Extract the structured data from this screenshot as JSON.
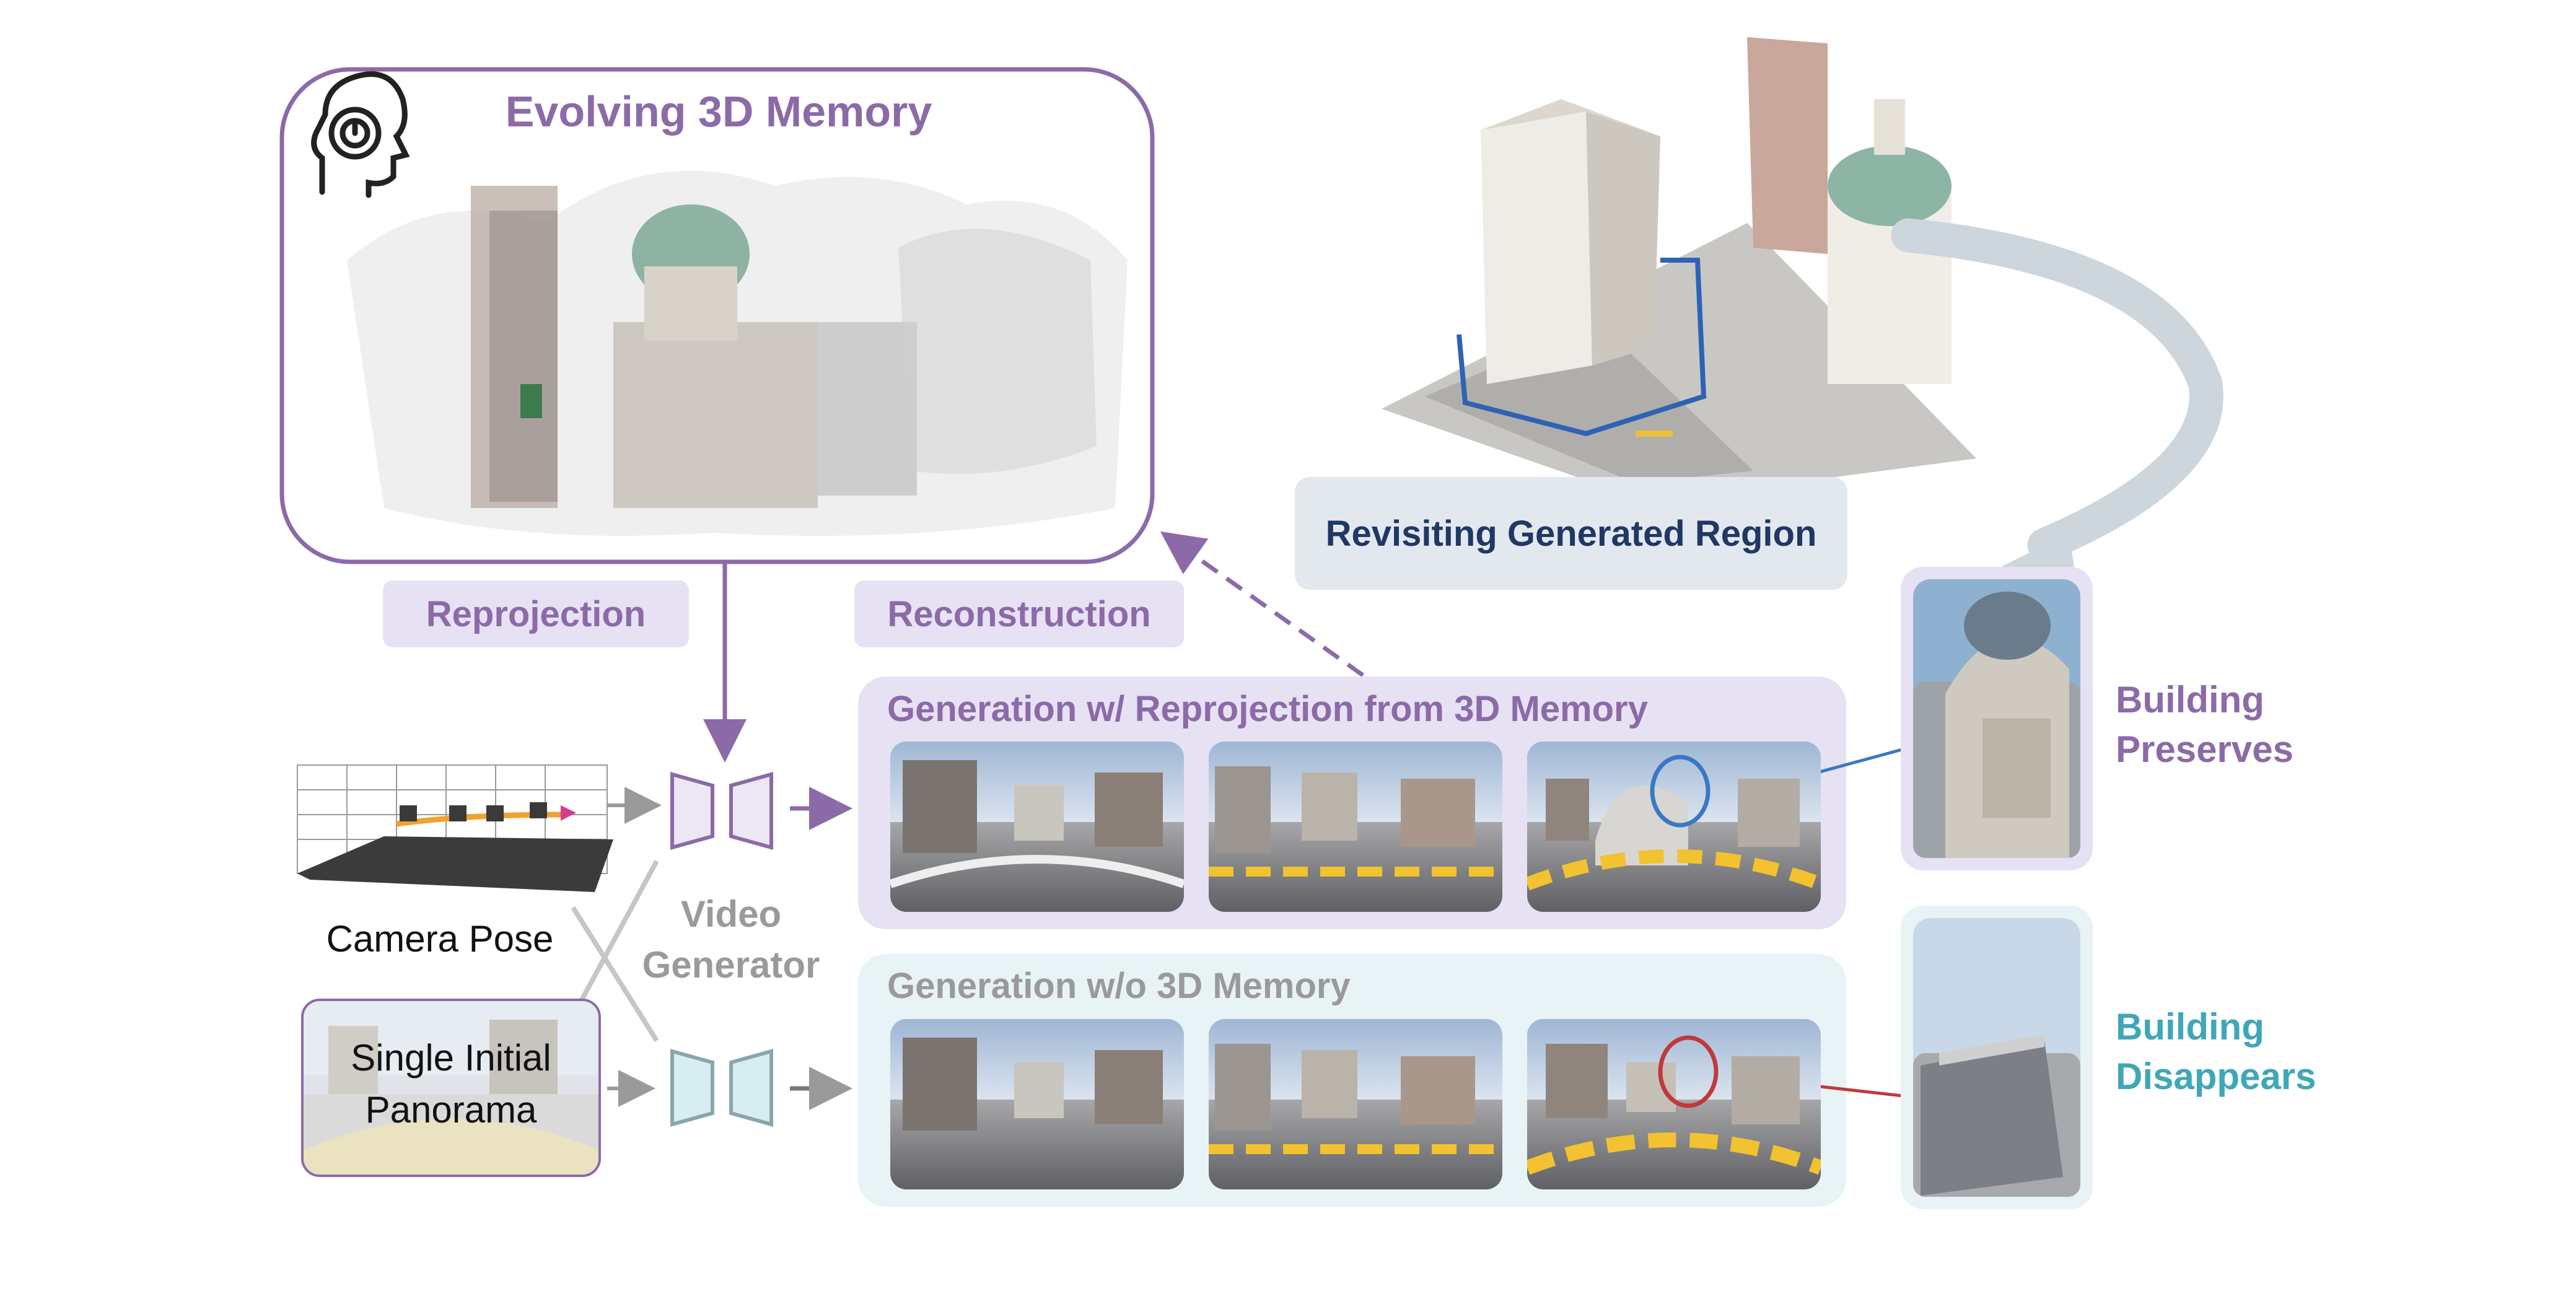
{
  "memory": {
    "title": "Evolving 3D Memory"
  },
  "labels": {
    "reprojection": "Reprojection",
    "reconstruction": "Reconstruction",
    "revisiting": "Revisiting Generated Region",
    "video_generator_line1": "Video",
    "video_generator_line2": "Generator",
    "camera_pose": "Camera Pose",
    "panorama_line1": "Single Initial",
    "panorama_line2": "Panorama"
  },
  "rows": {
    "with_memory": "Generation w/ Reprojection from 3D Memory",
    "without_memory": "Generation w/o 3D Memory"
  },
  "results": {
    "preserves_line1": "Building",
    "preserves_line2": "Preserves",
    "disappears_line1": "Building",
    "disappears_line2": "Disappears"
  },
  "colors": {
    "purple": "#8c6aa8",
    "purple_light": "#e6e1f3",
    "teal": "#3fa7b8",
    "teal_light": "#e8f3f6",
    "navy": "#1f3864",
    "gray": "#9a9a9a",
    "blue_circle": "#3a78c2",
    "red_circle": "#c0393b"
  }
}
